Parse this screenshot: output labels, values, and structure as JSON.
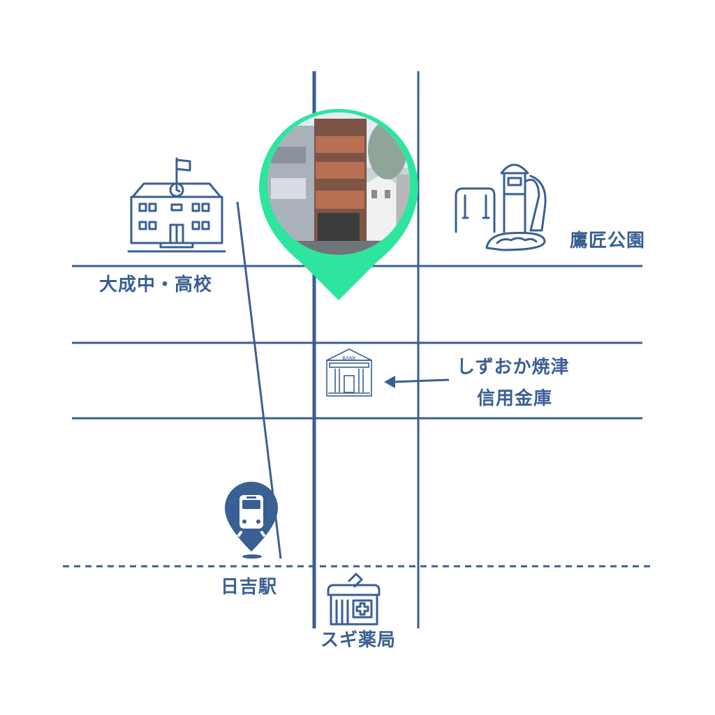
{
  "colors": {
    "road": "#3a5f93",
    "pin_accent": "#2ee59d",
    "label": "#3a5f93",
    "background": "#ffffff"
  },
  "landmarks": {
    "school": {
      "label": "大成中・高校",
      "icon": "school-icon"
    },
    "park": {
      "label": "鷹匠公園",
      "icon": "playground-icon"
    },
    "bank": {
      "label_line1": "しずおか焼津",
      "label_line2": "信用金庫",
      "icon": "bank-icon",
      "sign": "BANK"
    },
    "station": {
      "label": "日吉駅",
      "icon": "train-pin-icon"
    },
    "pharmacy": {
      "label": "スギ薬局",
      "icon": "pharmacy-icon"
    },
    "destination": {
      "icon": "location-pin-photo"
    }
  }
}
